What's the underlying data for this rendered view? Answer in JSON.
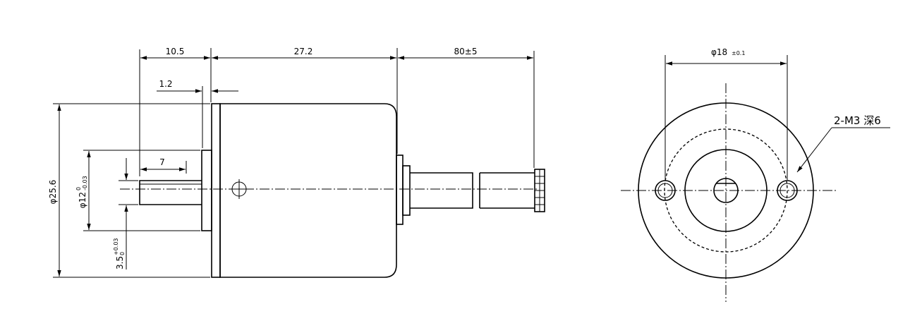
{
  "side_view": {
    "dim_10_5": "10.5",
    "dim_27_2": "27.2",
    "dim_80": "80±5",
    "dim_1_2": "1.2",
    "dim_7": "7",
    "dim_dia25_6": "φ25.6",
    "dim_dia12": "φ12",
    "dim_dia12_upper_tol": "0",
    "dim_dia12_lower_tol": "-0.03",
    "dim_3_5": "3.5",
    "dim_3_5_upper_tol": "+0.03",
    "dim_3_5_lower_tol": "0"
  },
  "front_view": {
    "dim_dia18": "φ18",
    "dim_dia18_tol": "±0.1",
    "hole_callout": "2-M3 深6"
  }
}
